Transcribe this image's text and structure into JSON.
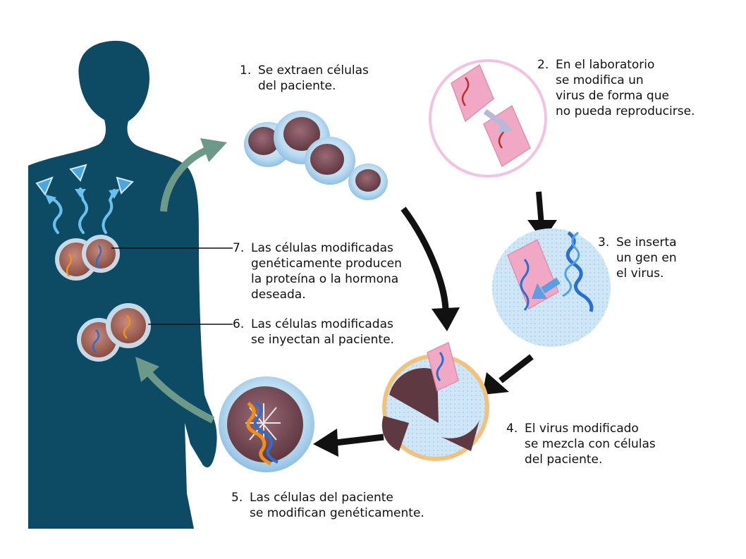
{
  "steps": [
    {
      "number": "1.",
      "lines": [
        "Se extraen células",
        "del paciente."
      ]
    },
    {
      "number": "2.",
      "lines": [
        "En el laboratorio",
        "se modifica un",
        "virus de forma que",
        "no pueda reproducirse."
      ]
    },
    {
      "number": "3.",
      "lines": [
        "Se inserta",
        "un gen en",
        "el virus."
      ]
    },
    {
      "number": "4.",
      "lines": [
        "El virus modificado",
        "se mezcla con células",
        "del paciente."
      ]
    },
    {
      "number": "5.",
      "lines": [
        "Las células del paciente",
        "se modifican genéticamente."
      ]
    },
    {
      "number": "6.",
      "lines": [
        "Las células modificadas",
        "se inyectan al paciente."
      ]
    },
    {
      "number": "7.",
      "lines": [
        "Las células modificadas",
        "genéticamente producen",
        "la proteína o la hormona",
        "deseada."
      ]
    }
  ],
  "colors": {
    "silhouette": "#0d4a63",
    "cell_membrane": "#b9d9f0",
    "cell_nucleus": "#7a4a55",
    "virus": "#f0a8c4",
    "dna_blue": "#2a6fd0",
    "dna_orange": "#f0901c",
    "arrow": "#111111",
    "arrow_green": "#6d9a88"
  }
}
